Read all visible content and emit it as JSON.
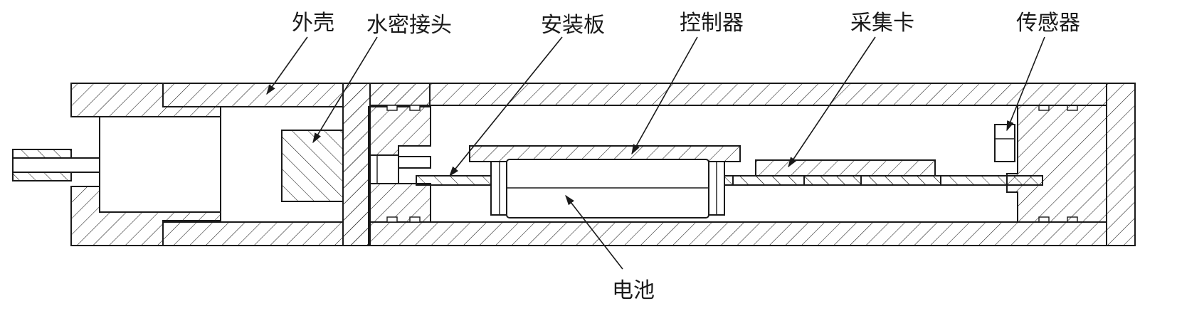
{
  "labels": {
    "shell": "外壳",
    "watertight_connector": "水密接头",
    "mounting_plate": "安装板",
    "controller": "控制器",
    "acquisition_card": "采集卡",
    "sensor": "传感器",
    "battery": "电池"
  },
  "colors": {
    "line": "#1a1a1a",
    "background": "#ffffff"
  }
}
